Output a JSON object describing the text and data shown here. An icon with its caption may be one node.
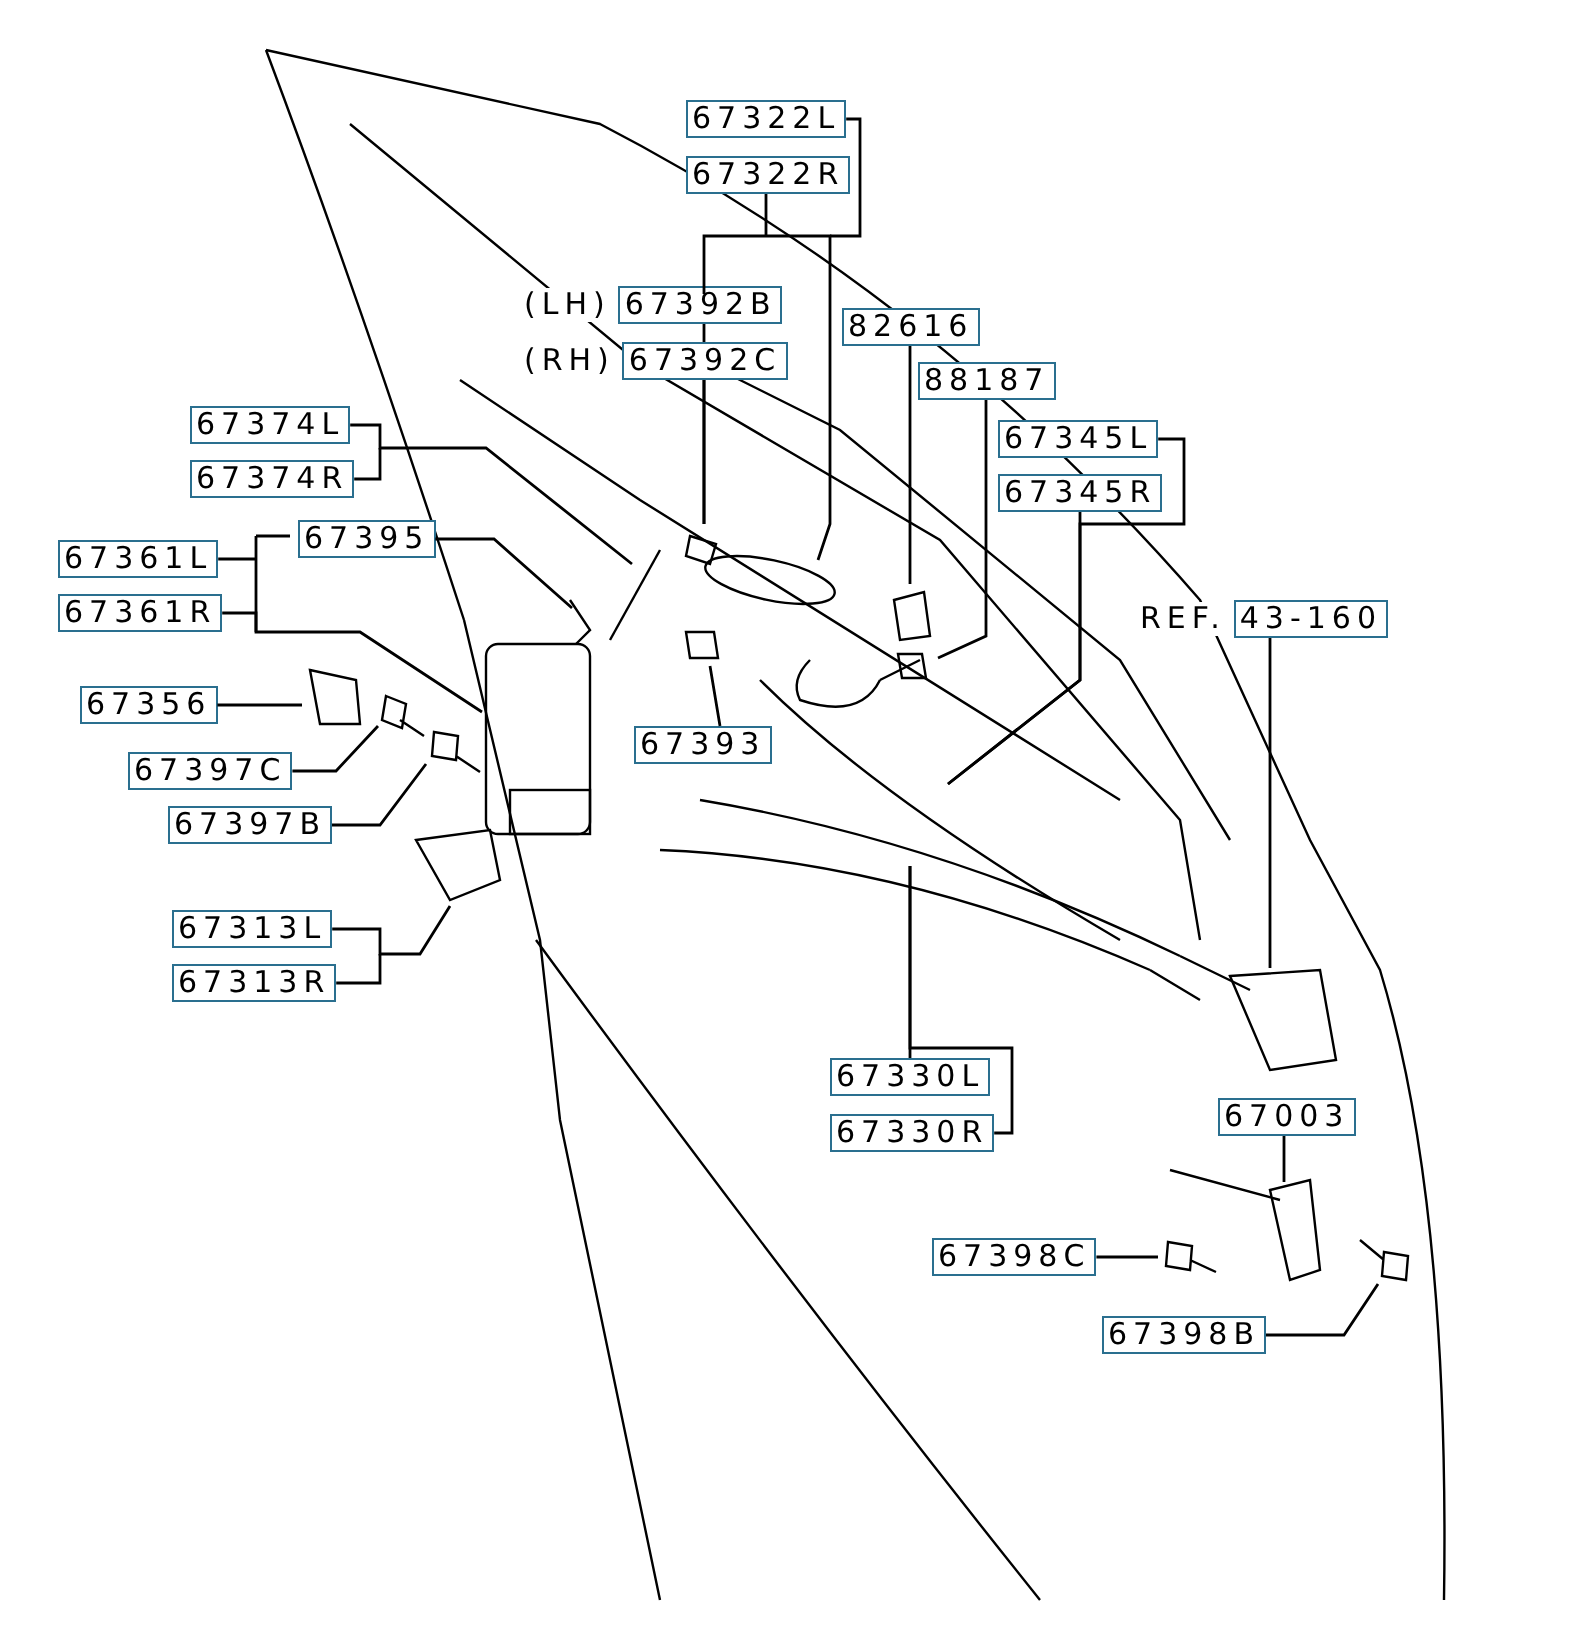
{
  "diagram": {
    "nodes": [
      {
        "text": [
          "67322L"
        ]
      },
      {
        "text": [
          "67322R"
        ]
      },
      {
        "text": [
          "67392B"
        ],
        "beside": [
          "(LH)"
        ]
      },
      {
        "text": [
          "67392C"
        ],
        "beside": [
          "(RH)"
        ]
      },
      {
        "text": [
          "82616"
        ]
      },
      {
        "text": [
          "88187"
        ]
      },
      {
        "text": [
          "67374L"
        ]
      },
      {
        "text": [
          "67345L"
        ]
      },
      {
        "text": [
          "67374R"
        ]
      },
      {
        "text": [
          "67345R"
        ]
      },
      {
        "text": [
          "67395"
        ]
      },
      {
        "text": [
          "67361L"
        ]
      },
      {
        "text": [
          "67361R"
        ]
      },
      {
        "text": [
          "43-160"
        ],
        "beside": [
          "REF."
        ]
      },
      {
        "text": [
          "67356"
        ]
      },
      {
        "text": [
          "67393"
        ]
      },
      {
        "text": [
          "67397C"
        ]
      },
      {
        "text": [
          "67397B"
        ]
      },
      {
        "text": [
          "67313L"
        ]
      },
      {
        "text": [
          "67313R"
        ]
      },
      {
        "text": [
          "67330L"
        ]
      },
      {
        "text": [
          "67003"
        ]
      },
      {
        "text": [
          "67330R"
        ]
      },
      {
        "text": [
          "67398C"
        ]
      },
      {
        "text": [
          "67398B"
        ]
      }
    ],
    "edges": [
      {
        "from": 0,
        "to": null,
        "arrow": "none"
      },
      {
        "from": 1,
        "to": null,
        "arrow": "none"
      },
      {
        "from": 2,
        "to": null,
        "arrow": "none"
      },
      {
        "from": 3,
        "to": null,
        "arrow": "none"
      },
      {
        "from": 4,
        "to": null,
        "arrow": "none"
      },
      {
        "from": 5,
        "to": null,
        "arrow": "none"
      },
      {
        "from": 6,
        "to": null,
        "arrow": "none"
      },
      {
        "from": 8,
        "to": null,
        "arrow": "none"
      },
      {
        "from": 7,
        "to": null,
        "arrow": "none"
      },
      {
        "from": 9,
        "to": null,
        "arrow": "none"
      },
      {
        "from": 10,
        "to": null,
        "arrow": "none"
      },
      {
        "from": 11,
        "to": null,
        "arrow": "none"
      },
      {
        "from": 12,
        "to": null,
        "arrow": "none"
      },
      {
        "from": 13,
        "to": null,
        "arrow": "none"
      },
      {
        "from": 14,
        "to": null,
        "arrow": "none"
      },
      {
        "from": 15,
        "to": null,
        "arrow": "none"
      },
      {
        "from": 16,
        "to": null,
        "arrow": "none"
      },
      {
        "from": 17,
        "to": null,
        "arrow": "none"
      },
      {
        "from": 18,
        "to": null,
        "arrow": "none"
      },
      {
        "from": 19,
        "to": null,
        "arrow": "none"
      },
      {
        "from": 20,
        "to": null,
        "arrow": "none"
      },
      {
        "from": 22,
        "to": null,
        "arrow": "none"
      },
      {
        "from": 21,
        "to": null,
        "arrow": "none"
      },
      {
        "from": 23,
        "to": null,
        "arrow": "none"
      },
      {
        "from": 24,
        "to": null,
        "arrow": "none"
      }
    ]
  }
}
